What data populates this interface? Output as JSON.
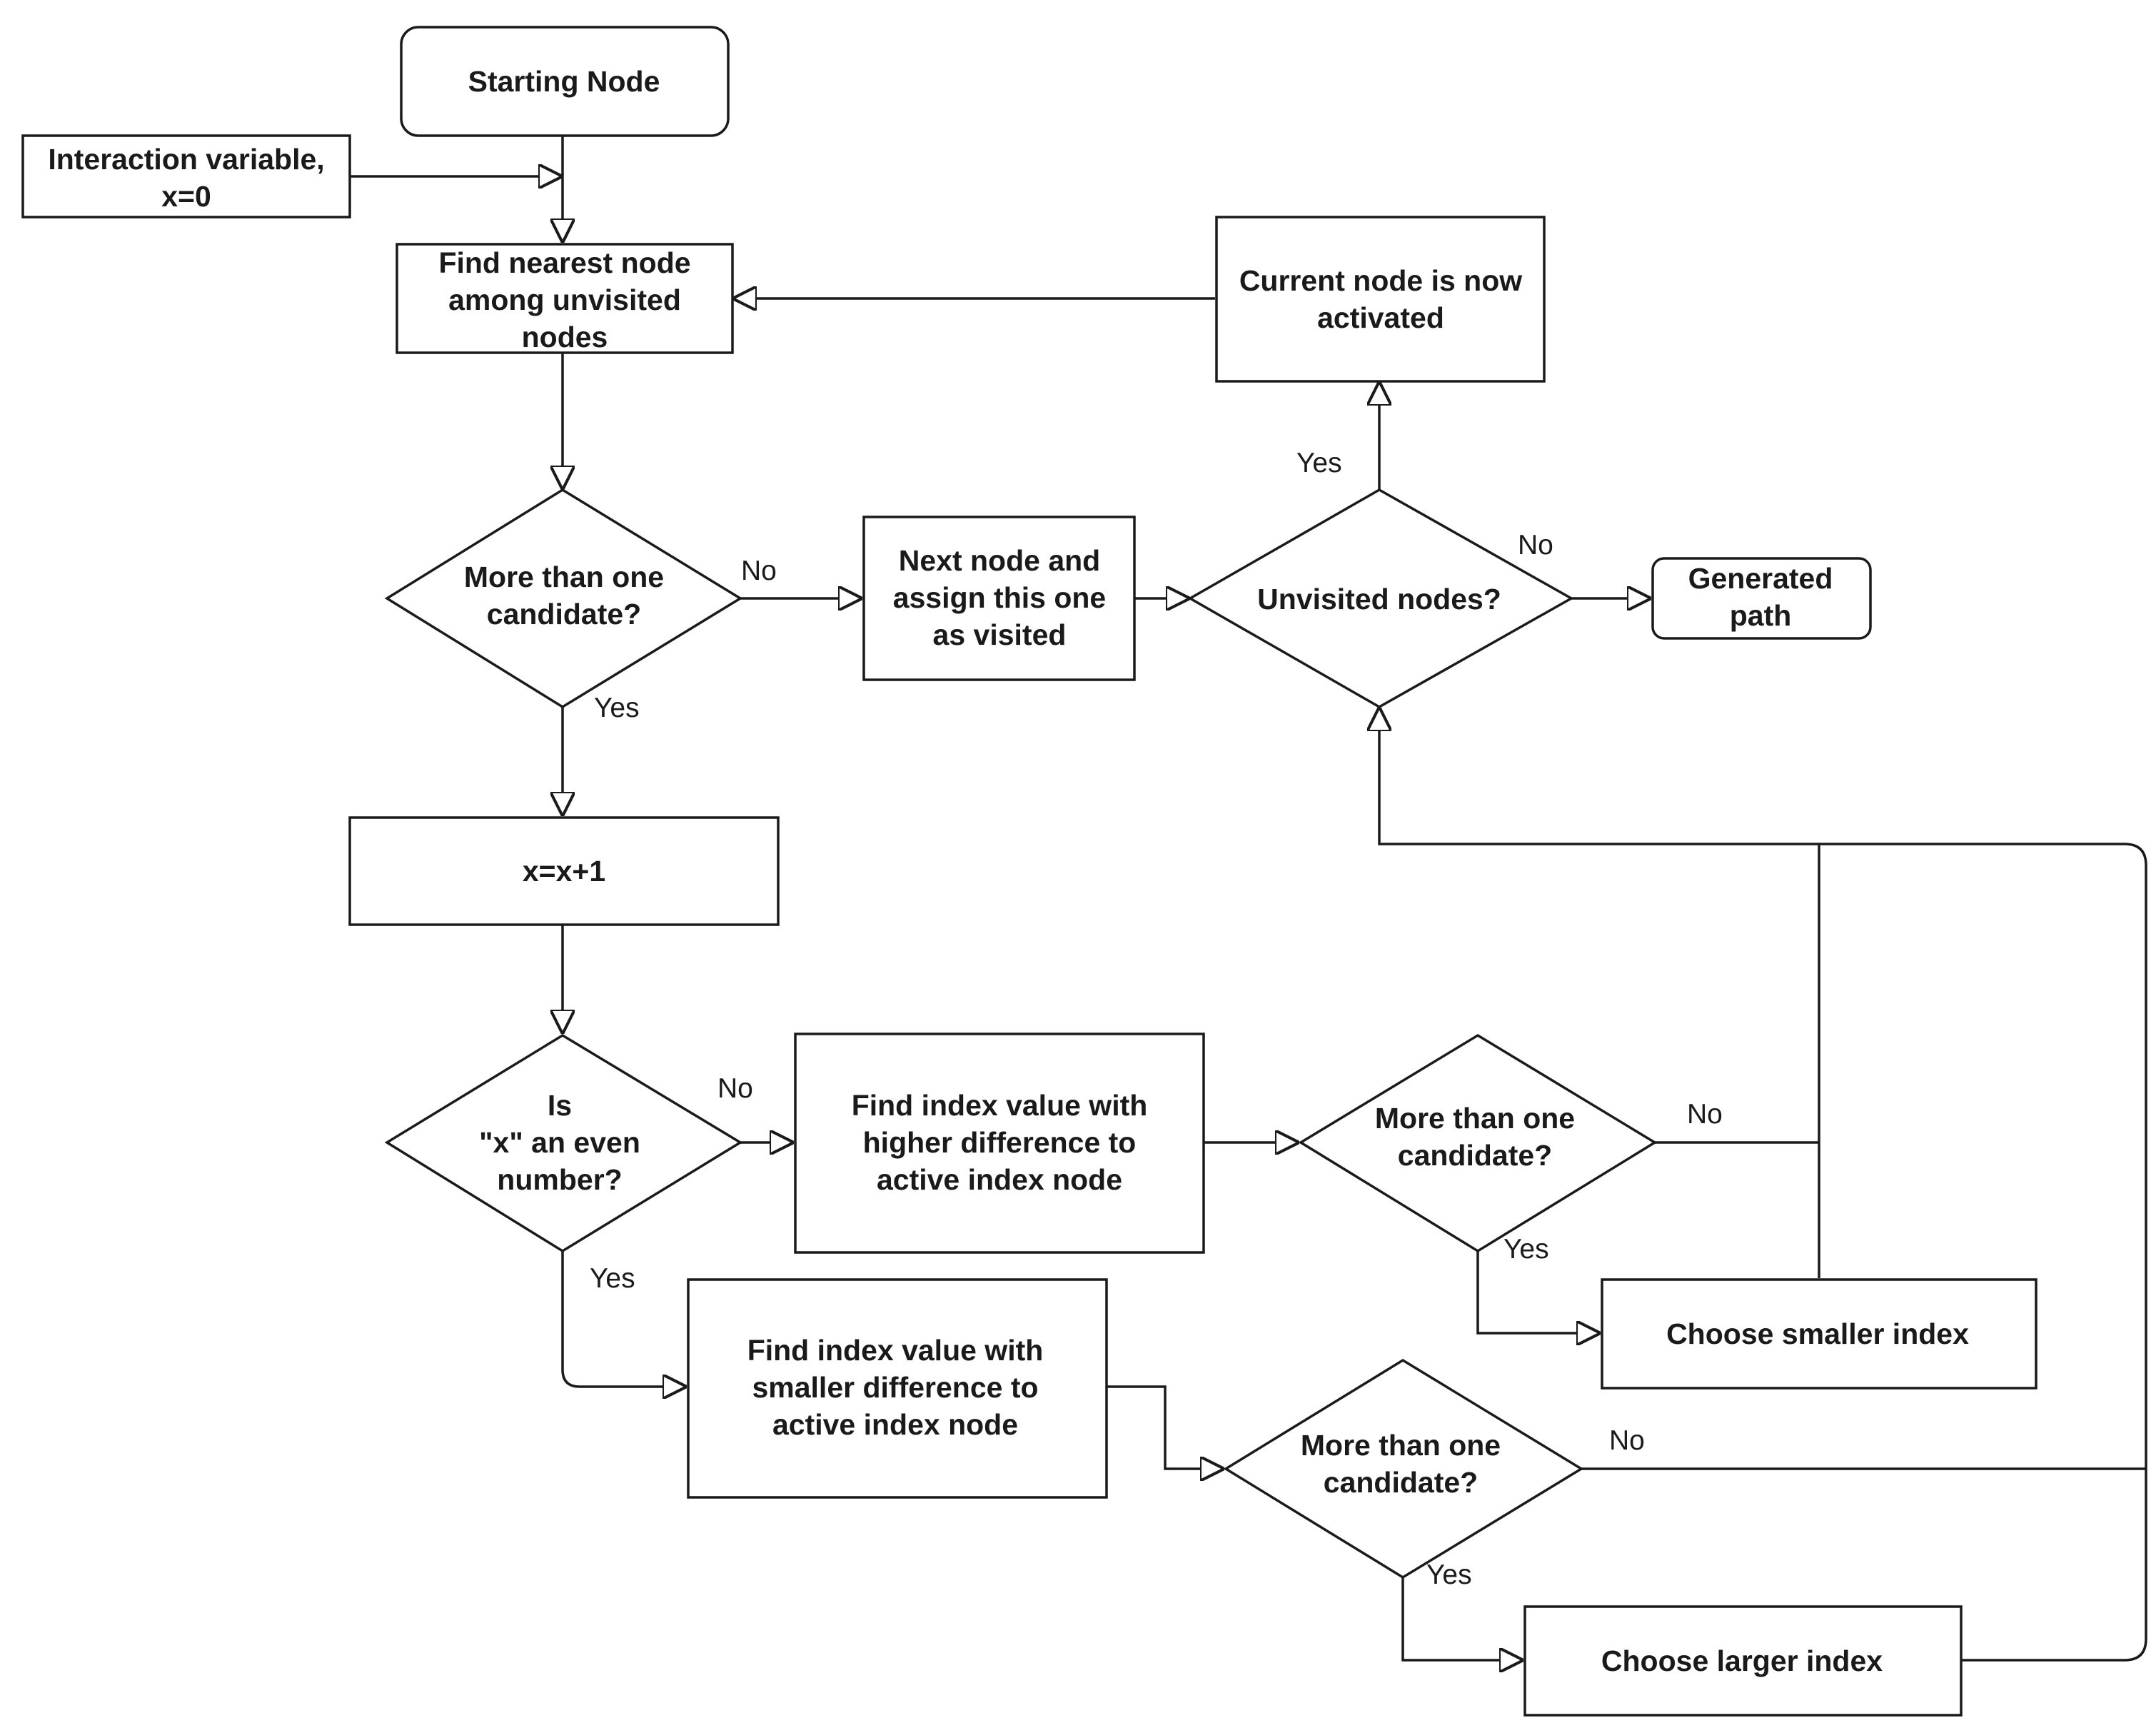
{
  "nodes": {
    "start": [
      "Starting Node"
    ],
    "init_var": [
      "Interaction variable,",
      "x=0"
    ],
    "find_nearest": [
      "Find nearest node",
      "among unvisited",
      "nodes"
    ],
    "more_than_one_1": [
      "More than one",
      "candidate?"
    ],
    "next_node": [
      "Next node and",
      "assign this one",
      "as visited"
    ],
    "unvisited": [
      "Unvisited nodes?"
    ],
    "generated_path": [
      "Generated",
      "path"
    ],
    "current_activated": [
      "Current node is now",
      "activated"
    ],
    "increment": [
      "x=x+1"
    ],
    "is_even": [
      "Is",
      "\"x\" an even",
      "number?"
    ],
    "find_higher": [
      "Find index value with",
      "higher difference to",
      "active index node"
    ],
    "more_than_one_2": [
      "More than one",
      "candidate?"
    ],
    "choose_smaller": [
      "Choose smaller index"
    ],
    "find_smaller": [
      "Find index value with",
      "smaller difference to",
      "active index node"
    ],
    "more_than_one_3": [
      "More than one",
      "candidate?"
    ],
    "choose_larger": [
      "Choose larger index"
    ]
  },
  "edge_labels": {
    "d1_no": "No",
    "d1_yes": "Yes",
    "unvisited_yes": "Yes",
    "unvisited_no": "No",
    "even_no": "No",
    "even_yes": "Yes",
    "d2_no": "No",
    "d2_yes": "Yes",
    "d3_no": "No",
    "d3_yes": "Yes"
  }
}
